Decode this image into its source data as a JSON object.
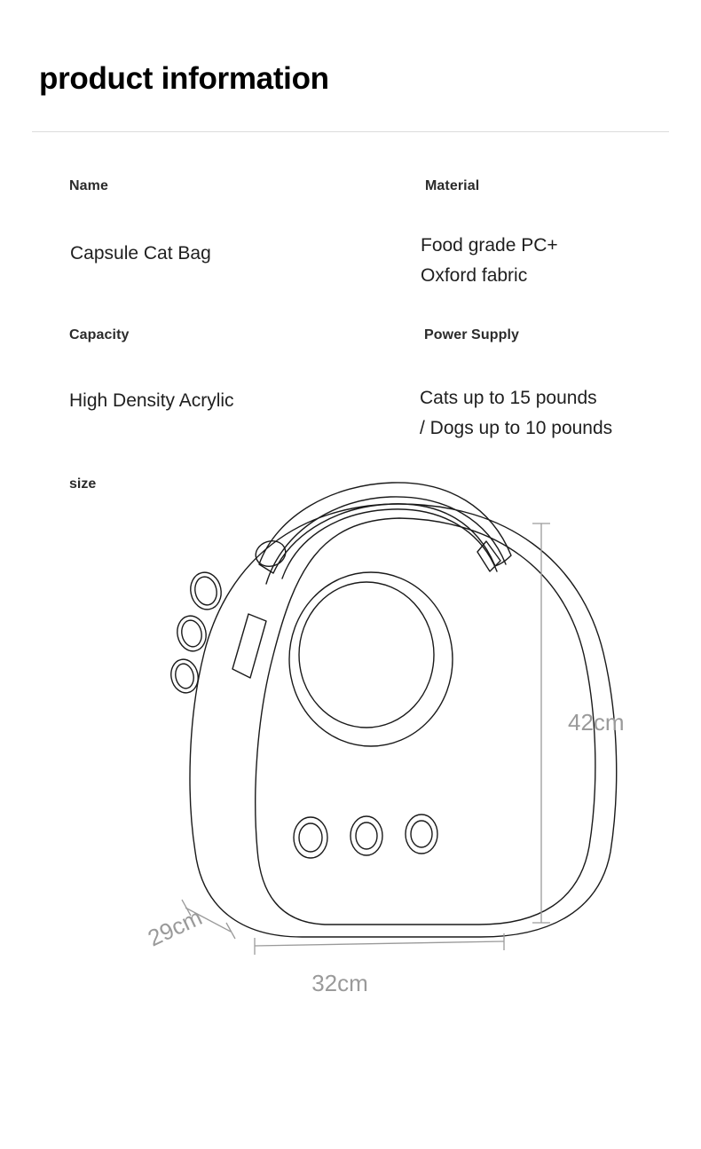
{
  "page": {
    "title": "product information"
  },
  "specs": [
    {
      "label": "Name",
      "value": "Capsule Cat Bag"
    },
    {
      "label": "Material",
      "value": "Food grade PC+\nOxford fabric"
    },
    {
      "label": "Capacity",
      "value": "High Density Acrylic"
    },
    {
      "label": "Power Supply",
      "value": "Cats up to 15 pounds\n/ Dogs up to 10 pounds"
    }
  ],
  "size_section": {
    "label": "size",
    "dimensions": {
      "height": "42cm",
      "width": "32cm",
      "depth": "29cm"
    }
  },
  "colors": {
    "text": "#1a1a1a",
    "divider": "#dcdcdc",
    "dimension_text": "#9a9a9a",
    "dimension_line": "#9a9a9a",
    "outline": "#1a1a1a",
    "background": "#ffffff"
  }
}
